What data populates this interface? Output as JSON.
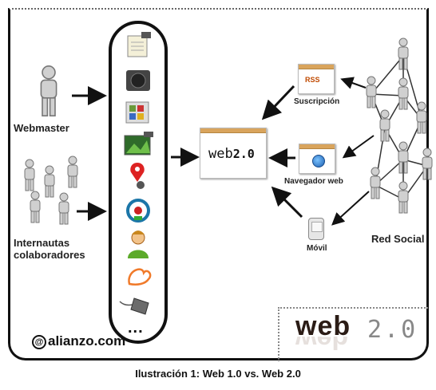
{
  "diagram": {
    "labels": {
      "webmaster": "Webmaster",
      "internautas_line1": "Internautas",
      "internautas_line2": "colaboradores",
      "red_social": "Red Social",
      "suscripcion": "Suscripción",
      "navegador": "Navegador web",
      "movil": "Móvil",
      "rss": "RSS"
    },
    "center_window": {
      "prefix": "web",
      "version": "2.0"
    },
    "panel_icons": [
      "notepad-icon",
      "speaker-icon",
      "media-icon",
      "photo-icon",
      "map-pin-icon",
      "wikipedia-icon",
      "user-icon",
      "blog-icon",
      "tag-icon"
    ],
    "panel_more": "..."
  },
  "credit": {
    "symbol": "@",
    "text": "alianzo.com"
  },
  "logo": {
    "word": "web",
    "version": "2.0"
  },
  "caption": "Ilustración 1: Web 1.0 vs. Web 2.0",
  "colors": {
    "border": "#111111",
    "logo_dark": "#2b1c16",
    "accent_orange": "#d9a45c",
    "rss_orange": "#c04a00"
  }
}
